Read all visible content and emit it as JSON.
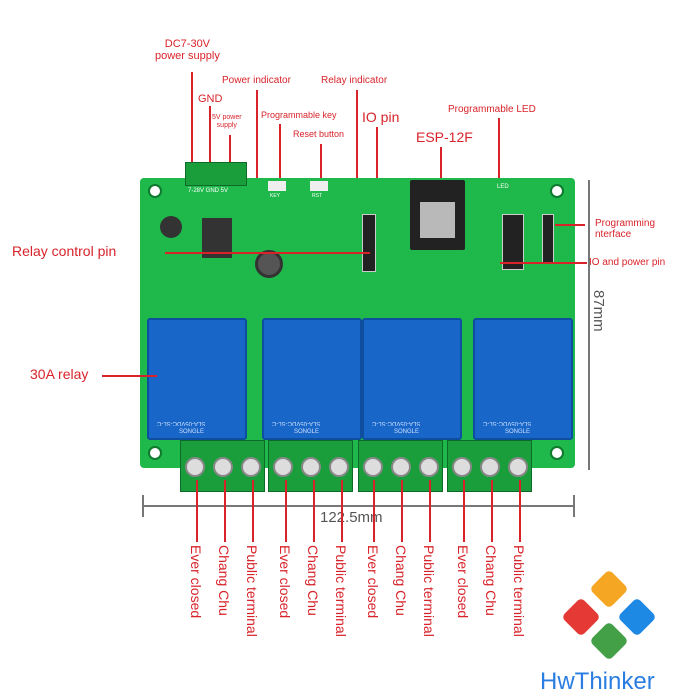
{
  "top_labels": {
    "dc_power": "DC7-30V\npower supply",
    "gnd": "GND",
    "fivev": "5V power\nsupply",
    "power_indicator": "Power indicator",
    "programmable_key": "Programmable key",
    "reset_button": "Reset button",
    "relay_indicator": "Relay indicator",
    "io_pin": "IO pin",
    "esp": "ESP-12F",
    "programmable_led": "Programmable LED"
  },
  "side_labels": {
    "relay_control_pin": "Relay control pin",
    "relay_30a": "30A relay",
    "programming_interface": "Programming\nnterface",
    "io_power_pin": "IO and power pin"
  },
  "dimensions": {
    "width": "122.5mm",
    "height": "87mm"
  },
  "board_text": {
    "power_terminal": "7-28V GND 5V",
    "key": "KEY",
    "rst": "RST",
    "led": "LED"
  },
  "relay_text": {
    "brand": "SONGLE",
    "model": "SLA-05VDC-SL-C"
  },
  "bottom_labels": [
    "Ever closed",
    "Chang Chu",
    "Public terminal",
    "Ever closed",
    "Chang Chu",
    "Public terminal",
    "Ever closed",
    "Chang Chu",
    "Public terminal",
    "Ever closed",
    "Chang Chu",
    "Public terminal"
  ],
  "logo": {
    "text": "HwThinker"
  },
  "colors": {
    "label": "#d8232a",
    "board": "#1fb84a",
    "relay": "#1766c8"
  }
}
